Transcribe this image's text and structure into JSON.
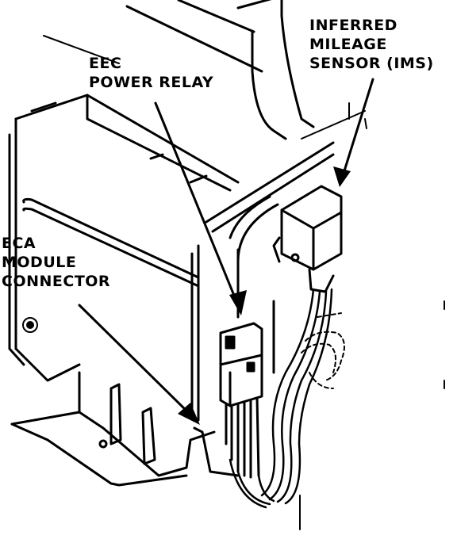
{
  "labels": {
    "ims": {
      "line1": "INFERRED",
      "line2": "MILEAGE",
      "line3": "SENSOR (IMS)"
    },
    "relay": {
      "line1": "EEC",
      "line2": "POWER RELAY"
    },
    "eca": {
      "line1": "ECA",
      "line2": "MODULE",
      "line3": "CONNECTOR"
    }
  },
  "colors": {
    "ink": "#000000",
    "paper": "#ffffff"
  }
}
